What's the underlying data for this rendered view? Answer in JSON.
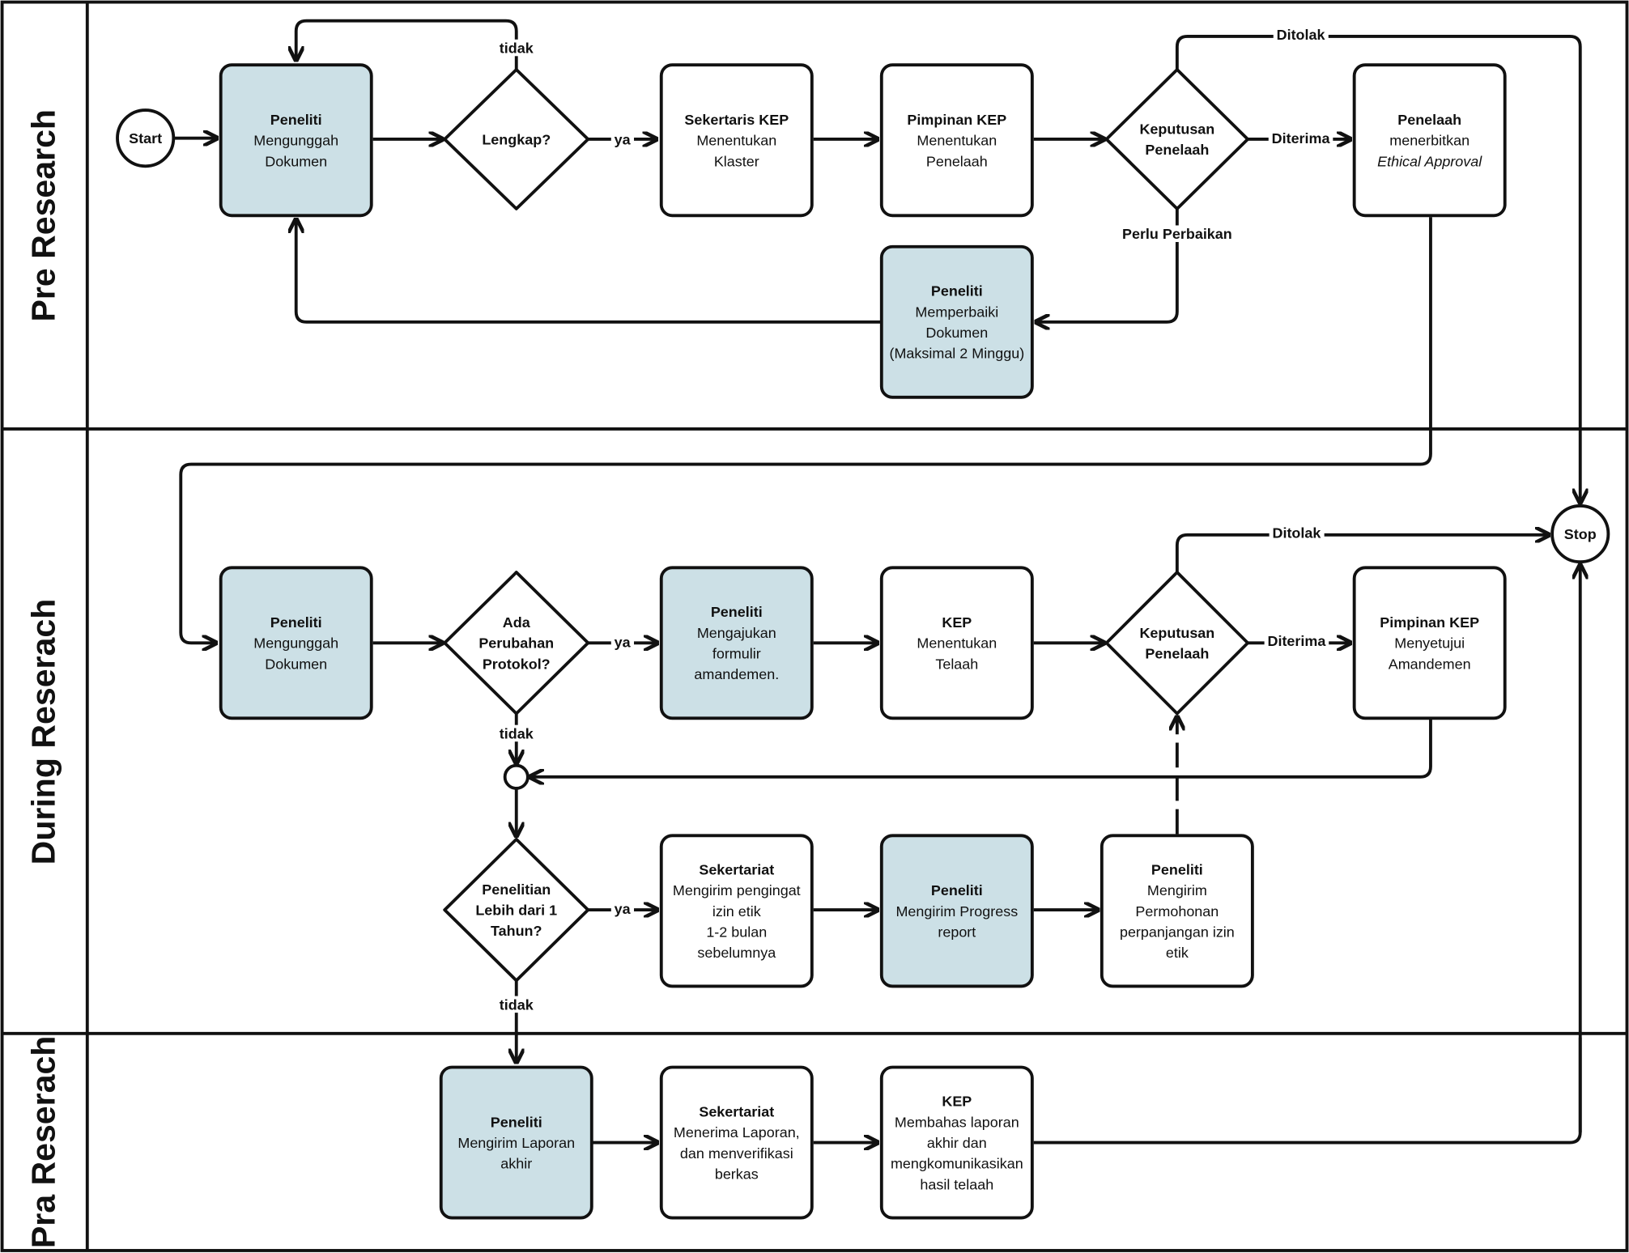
{
  "lanes": {
    "pre": "Pre Research",
    "during": "During Reserach",
    "pra": "Pra Reserach"
  },
  "terminals": {
    "start": "Start",
    "stop": "Stop"
  },
  "nodes": {
    "pre_upload": {
      "title": "Peneliti",
      "lines": [
        "Mengunggah",
        "Dokumen"
      ]
    },
    "pre_sekretaris": {
      "title": "Sekertaris KEP",
      "lines": [
        "Menentukan",
        "Klaster"
      ]
    },
    "pre_pimpinan": {
      "title": "Pimpinan KEP",
      "lines": [
        "Menentukan",
        "Penelaah"
      ]
    },
    "pre_penelaah": {
      "title": "Penelaah",
      "lines": [
        "menerbitkan"
      ],
      "italic": "Ethical Approval"
    },
    "pre_perbaiki": {
      "title": "Peneliti",
      "lines": [
        "Memperbaiki",
        "Dokumen",
        "(Maksimal 2 Minggu)"
      ]
    },
    "dur_upload": {
      "title": "Peneliti",
      "lines": [
        "Mengunggah",
        "Dokumen"
      ]
    },
    "dur_ajukan": {
      "title": "Peneliti",
      "lines": [
        "Mengajukan",
        "formulir",
        "amandemen."
      ]
    },
    "dur_kep": {
      "title": "KEP",
      "lines": [
        "Menentukan",
        "Telaah"
      ]
    },
    "dur_pimpinan": {
      "title": "Pimpinan KEP",
      "lines": [
        "Menyetujui",
        "Amandemen"
      ]
    },
    "dur_sekretariat": {
      "title": "Sekertariat",
      "lines": [
        "Mengirim pengingat",
        "izin etik",
        "1-2 bulan",
        "sebelumnya"
      ]
    },
    "dur_progress": {
      "title": "Peneliti",
      "lines": [
        "Mengirim Progress",
        "report"
      ]
    },
    "dur_permohonan": {
      "title": "Peneliti",
      "lines": [
        "Mengirim",
        "Permohonan",
        "perpanjangan izin",
        "etik"
      ]
    },
    "pra_laporan": {
      "title": "Peneliti",
      "lines": [
        "Mengirim Laporan",
        "akhir"
      ]
    },
    "pra_sekretariat": {
      "title": "Sekertariat",
      "lines": [
        "Menerima Laporan,",
        "dan menverifikasi",
        "berkas"
      ]
    },
    "pra_kep": {
      "title": "KEP",
      "lines": [
        "Membahas laporan",
        "akhir dan",
        "mengkomunikasikan",
        "hasil telaah"
      ]
    }
  },
  "decisions": {
    "pre_lengkap": [
      "Lengkap?"
    ],
    "pre_keputusan": [
      "Keputusan",
      "Penelaah"
    ],
    "dur_perubahan": [
      "Ada",
      "Perubahan",
      "Protokol?"
    ],
    "dur_keputusan": [
      "Keputusan",
      "Penelaah"
    ],
    "dur_lebih": [
      "Penelitian",
      "Lebih dari 1",
      "Tahun?"
    ]
  },
  "edge_labels": {
    "pre_tidak": "tidak",
    "pre_ya": "ya",
    "pre_ditolak": "Ditolak",
    "pre_diterima": "Diterima",
    "pre_perlu": "Perlu Perbaikan",
    "dur_ya1": "ya",
    "dur_tidak1": "tidak",
    "dur_ditolak": "Ditolak",
    "dur_diterima": "Diterima",
    "dur_ya2": "ya",
    "dur_tidak2": "tidak"
  },
  "colors": {
    "process_highlight": "#cce0e6",
    "stroke": "#111111",
    "background": "#ffffff"
  }
}
